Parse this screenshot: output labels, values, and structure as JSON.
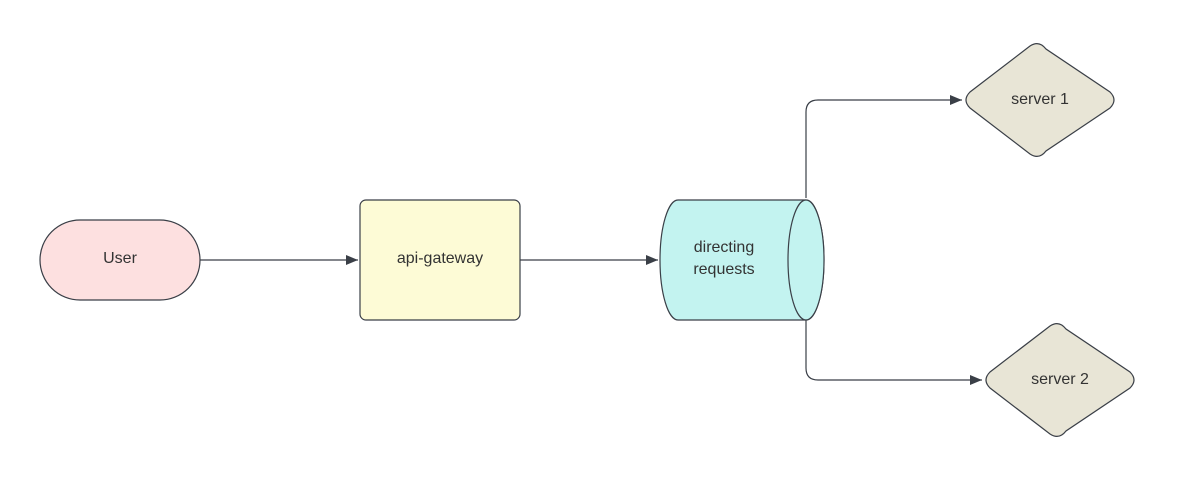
{
  "nodes": {
    "user": {
      "label": "User",
      "shape": "terminator",
      "fill": "#fde0e0"
    },
    "api_gateway": {
      "label": "api-gateway",
      "shape": "process",
      "fill": "#fdfbd6"
    },
    "queue": {
      "label_line1": "directing",
      "label_line2": "requests",
      "shape": "cylinder",
      "fill": "#c3f3f0"
    },
    "server1": {
      "label": "server 1",
      "shape": "decision",
      "fill": "#e8e5d6"
    },
    "server2": {
      "label": "server 2",
      "shape": "decision",
      "fill": "#e8e5d6"
    }
  },
  "edges": [
    {
      "from": "user",
      "to": "api_gateway"
    },
    {
      "from": "api_gateway",
      "to": "queue"
    },
    {
      "from": "queue",
      "to": "server1"
    },
    {
      "from": "queue",
      "to": "server2"
    }
  ],
  "colors": {
    "stroke": "#3a3f47",
    "text": "#333333"
  }
}
